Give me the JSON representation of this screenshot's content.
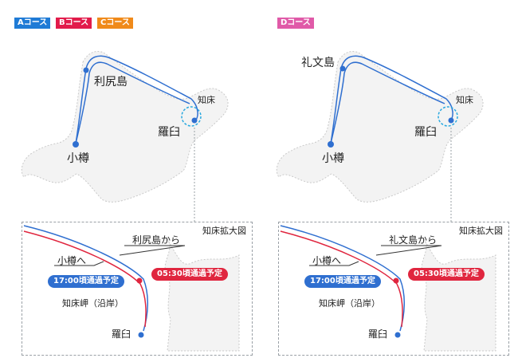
{
  "badges": {
    "a": "Aコース",
    "b": "Bコース",
    "c": "Cコース",
    "d": "Dコース"
  },
  "left": {
    "rishiri": "利尻島",
    "shiretoko": "知床",
    "rausu": "羅臼",
    "otaru": "小樽",
    "zoom_title": "知床拡大図",
    "from_island": "利尻島から",
    "to_otaru": "小樽へ",
    "time_pass_1700": "17:00頃通過予定",
    "time_pass_0530": "05:30頃通過予定",
    "cape": "知床岬（沿岸）",
    "rausu_zoom": "羅臼"
  },
  "right": {
    "rebun": "礼文島",
    "shiretoko": "知床",
    "rausu": "羅臼",
    "otaru": "小樽",
    "zoom_title": "知床拡大図",
    "from_island": "礼文島から",
    "to_otaru": "小樽へ",
    "time_pass_1700": "17:00頃通過予定",
    "time_pass_0530": "05:30頃通過予定",
    "cape": "知床岬（沿岸）",
    "rausu_zoom": "羅臼"
  },
  "colors": {
    "a": "#1f7bd6",
    "b": "#e21b4b",
    "c": "#f08a1a",
    "d": "#e05aa8",
    "route": "#2f6fd0",
    "red": "#e0263f"
  }
}
